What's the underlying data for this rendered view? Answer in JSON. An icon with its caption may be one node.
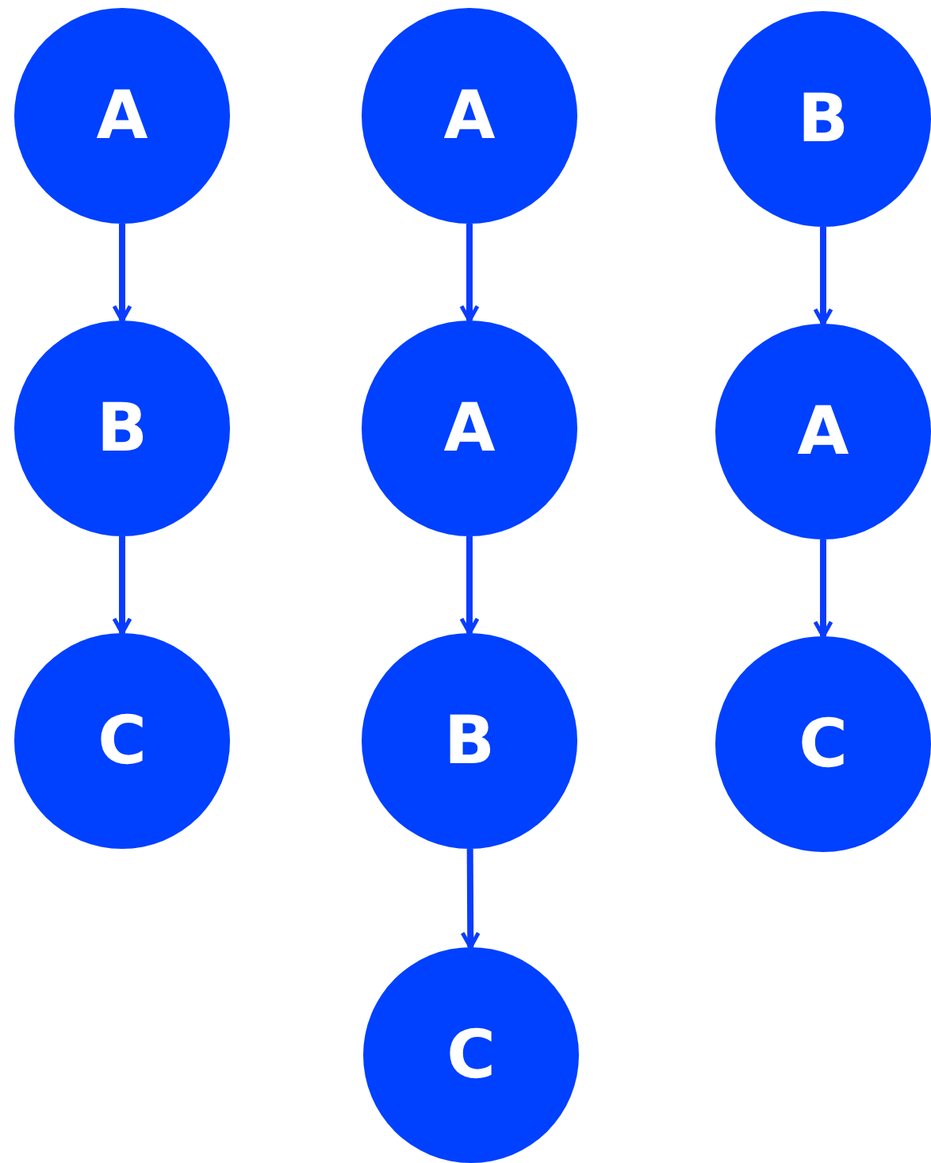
{
  "diagram": {
    "nodes": [
      {
        "text": [
          "A"
        ]
      },
      {
        "text": [
          "B"
        ]
      },
      {
        "text": [
          "C"
        ]
      },
      {
        "text": [
          "A"
        ]
      },
      {
        "text": [
          "A"
        ]
      },
      {
        "text": [
          "B"
        ]
      },
      {
        "text": [
          "C"
        ]
      },
      {
        "text": [
          "B"
        ]
      },
      {
        "text": [
          "A"
        ]
      },
      {
        "text": [
          "C"
        ]
      }
    ],
    "edges": [
      {
        "from": 0,
        "to": 1,
        "arrow": "to"
      },
      {
        "from": 1,
        "to": 2,
        "arrow": "to"
      },
      {
        "from": 3,
        "to": 4,
        "arrow": "to"
      },
      {
        "from": 4,
        "to": 5,
        "arrow": "to"
      },
      {
        "from": 5,
        "to": 6,
        "arrow": "to"
      },
      {
        "from": 7,
        "to": 8,
        "arrow": "to"
      },
      {
        "from": 8,
        "to": 9,
        "arrow": "to"
      }
    ]
  }
}
